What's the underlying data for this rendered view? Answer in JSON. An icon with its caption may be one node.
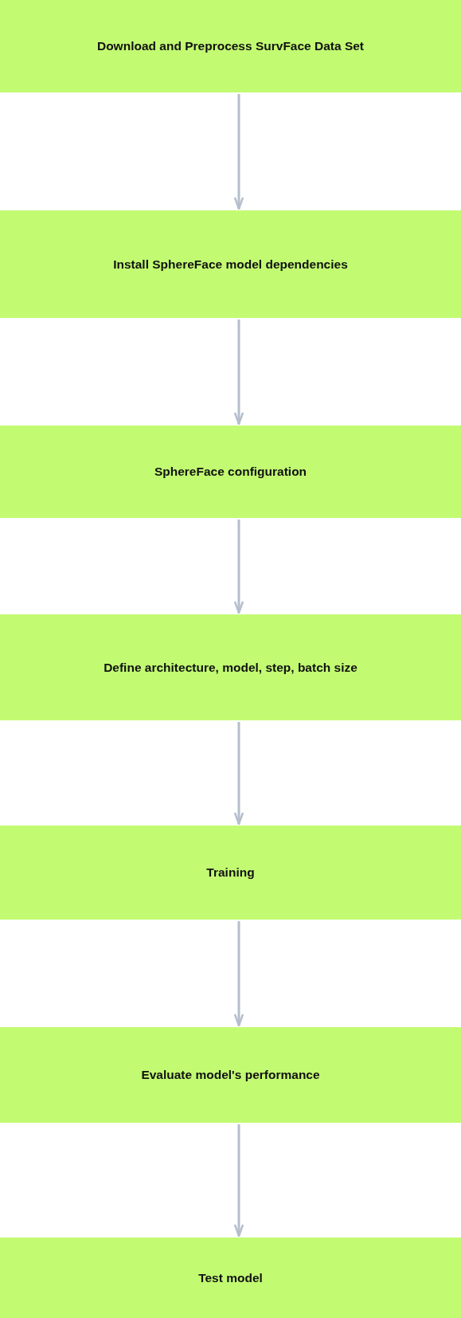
{
  "diagram": {
    "nodes": [
      {
        "text": [
          "Download and Preprocess SurvFace Data Set"
        ]
      },
      {
        "text": [
          "Install SphereFace model dependencies"
        ]
      },
      {
        "text": [
          "SphereFace configuration"
        ]
      },
      {
        "text": [
          "Define architecture, model, step, batch size"
        ]
      },
      {
        "text": [
          "Training"
        ]
      },
      {
        "text": [
          "Evaluate model's performance"
        ]
      },
      {
        "text": [
          "Test model"
        ]
      }
    ],
    "edges": [
      {
        "from": 0,
        "to": 1,
        "arrow": "to"
      },
      {
        "from": 1,
        "to": 2,
        "arrow": "to"
      },
      {
        "from": 2,
        "to": 3,
        "arrow": "to"
      },
      {
        "from": 3,
        "to": 4,
        "arrow": "to"
      },
      {
        "from": 4,
        "to": 5,
        "arrow": "to"
      },
      {
        "from": 5,
        "to": 6,
        "arrow": "to"
      }
    ]
  }
}
